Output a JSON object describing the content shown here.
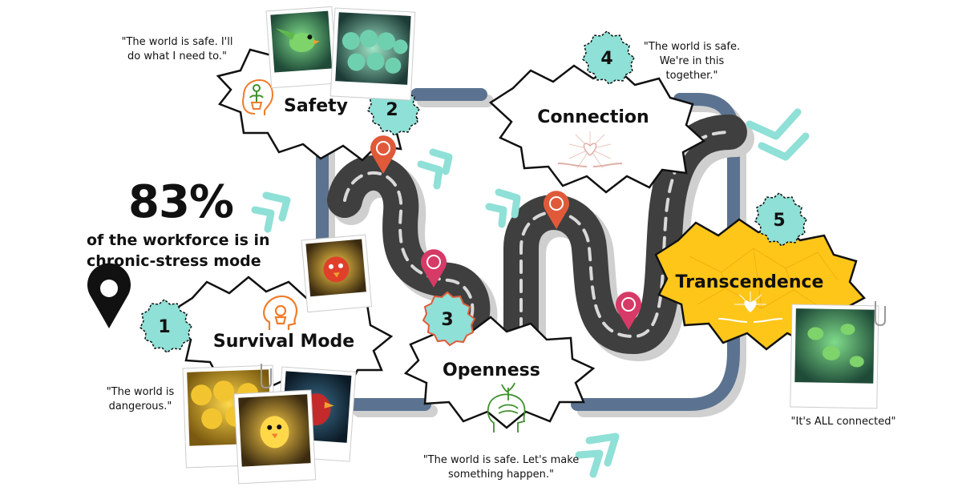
{
  "stat": {
    "value": "83%",
    "line1": "of the workforce is in",
    "line2": "chronic-stress mode"
  },
  "stages": [
    {
      "number": "1",
      "label": "Survival Mode",
      "quote_lines": [
        "\"The world is",
        "dangerous.\""
      ],
      "icon": "head-stress-icon"
    },
    {
      "number": "2",
      "label": "Safety",
      "quote_lines": [
        "\"The world is safe. I'll",
        "do what I need to.\""
      ],
      "icon": "plant-head-icon"
    },
    {
      "number": "3",
      "label": "Openness",
      "quote_lines": [
        "\"The world is safe. Let's make",
        "something happen.\""
      ],
      "icon": "growing-mind-icon"
    },
    {
      "number": "4",
      "label": "Connection",
      "quote_lines": [
        "\"The world is safe.",
        "We're in this",
        "together.\""
      ],
      "icon": "heart-hands-icon"
    },
    {
      "number": "5",
      "label": "Transcendence",
      "quote_lines": [
        "\"It's ALL connected\""
      ],
      "icon": "heart-network-icon"
    }
  ],
  "colors": {
    "road": "#3f3f3f",
    "road_dash": "#d9d9d9",
    "path": "#5b7390",
    "path_shadow": "#cfcfcf",
    "badge": "#8fe0d6",
    "pin_orange": "#e05a3a",
    "pin_pink": "#d63a66",
    "transcend": "#ffc61a",
    "chevron": "#8fe0d6",
    "icon_orange": "#f07c2a",
    "icon_green": "#3e8f2e"
  }
}
